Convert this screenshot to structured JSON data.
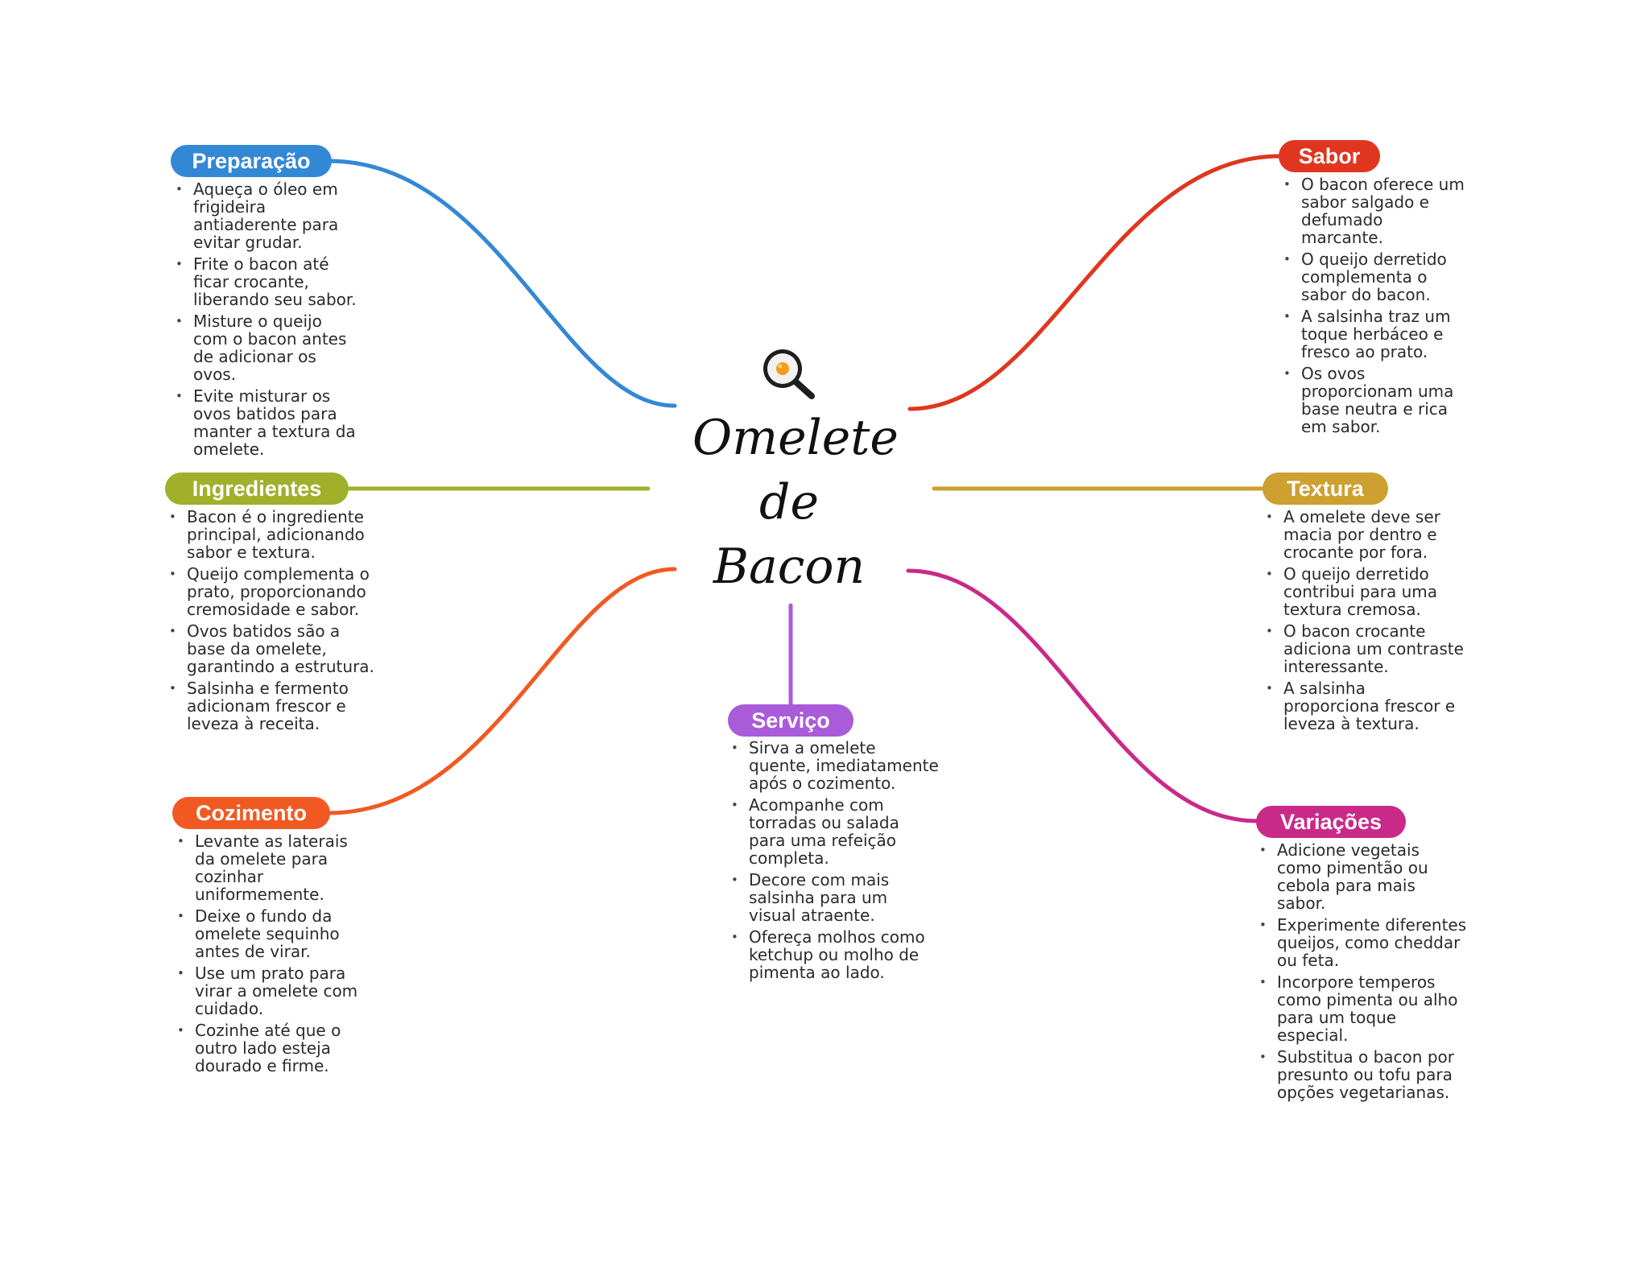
{
  "center": {
    "title": "Omelete\nde\nBacon",
    "icon": "frying-pan-egg-icon"
  },
  "branches": [
    {
      "id": "preparacao",
      "label": "Preparação",
      "color": "#3388d6",
      "items": [
        "Aqueça o óleo em frigideira antiaderente para evitar grudar.",
        "Frite o bacon até ficar crocante, liberando seu sabor.",
        "Misture o queijo com o bacon antes de adicionar os ovos.",
        "Evite misturar os ovos batidos para manter a textura da omelete."
      ]
    },
    {
      "id": "ingredientes",
      "label": "Ingredientes",
      "color": "#a0b02a",
      "items": [
        "Bacon é o ingrediente principal, adicionando sabor e textura.",
        "Queijo complementa o prato, proporcionando cremosidade e sabor.",
        "Ovos batidos são a base da omelete, garantindo a estrutura.",
        "Salsinha e fermento adicionam frescor e leveza à receita."
      ]
    },
    {
      "id": "cozimento",
      "label": "Cozimento",
      "color": "#f05a22",
      "items": [
        "Levante as laterais da omelete para cozinhar uniformemente.",
        "Deixe o fundo da omelete sequinho antes de virar.",
        "Use um prato para virar a omelete com cuidado.",
        "Cozinhe até que o outro lado esteja dourado e firme."
      ]
    },
    {
      "id": "servico",
      "label": "Serviço",
      "color": "#a95bd9",
      "items": [
        "Sirva a omelete quente, imediatamente após o cozimento.",
        "Acompanhe com torradas ou salada para uma refeição completa.",
        "Decore com mais salsinha para um visual atraente.",
        "Ofereça molhos como ketchup ou molho de pimenta ao lado."
      ]
    },
    {
      "id": "sabor",
      "label": "Sabor",
      "color": "#e0361f",
      "items": [
        "O bacon oferece um sabor salgado e defumado marcante.",
        "O queijo derretido complementa o sabor do bacon.",
        "A salsinha traz um toque herbáceo e fresco ao prato.",
        "Os ovos proporcionam uma base neutra e rica em sabor."
      ]
    },
    {
      "id": "textura",
      "label": "Textura",
      "color": "#cda030",
      "items": [
        "A omelete deve ser macia por dentro e crocante por fora.",
        "O queijo derretido contribui para uma textura cremosa.",
        "O bacon crocante adiciona um contraste interessante.",
        "A salsinha proporciona frescor e leveza à textura."
      ]
    },
    {
      "id": "variacoes",
      "label": "Variações",
      "color": "#c92a8a",
      "items": [
        "Adicione vegetais como pimentão ou cebola para mais sabor.",
        "Experimente diferentes queijos, como cheddar ou feta.",
        "Incorpore temperos como pimenta ou alho para um toque especial.",
        "Substitua o bacon por presunto ou tofu para opções vegetarianas."
      ]
    }
  ]
}
